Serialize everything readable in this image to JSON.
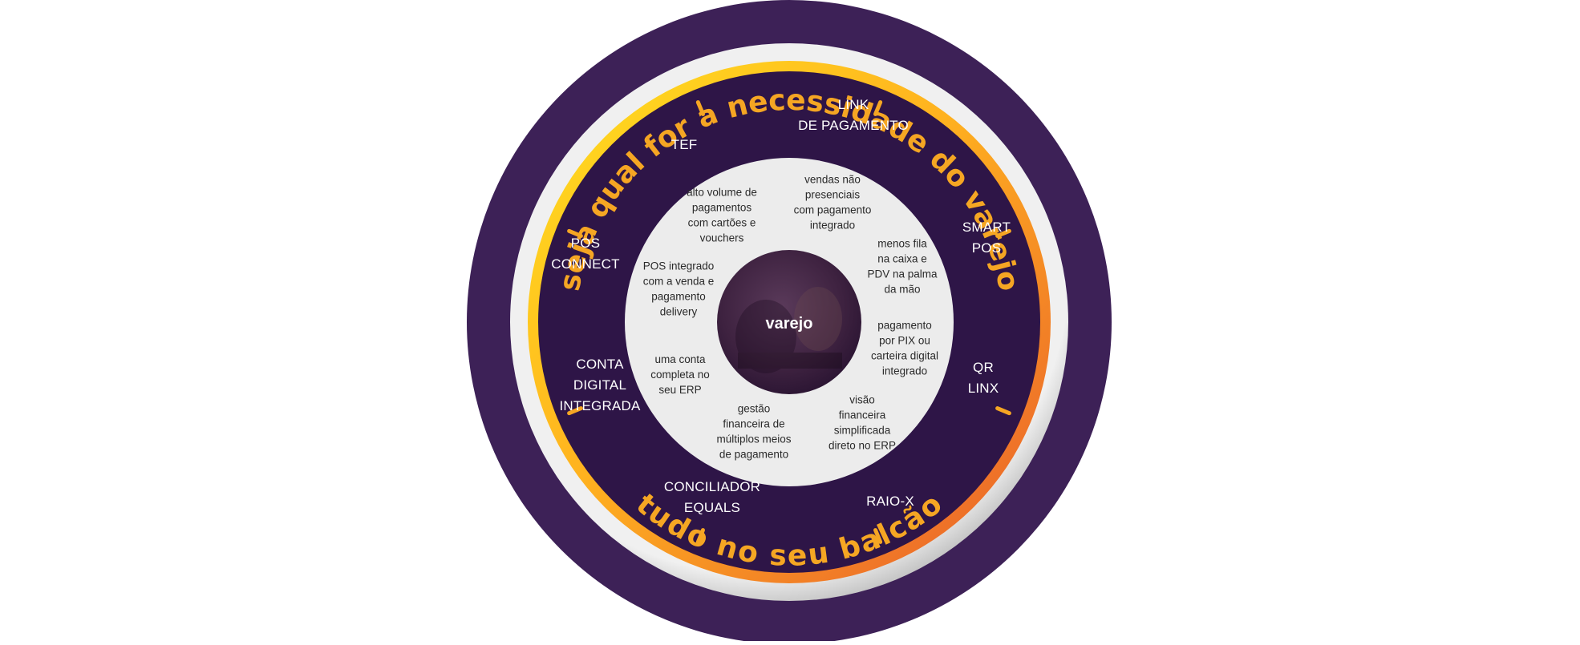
{
  "outer_text_top": "seja qual for a necessidade do varejo",
  "outer_text_bottom": "tudo no seu balcão",
  "center_label": "varejo",
  "products": [
    {
      "lines": [
        "LINK",
        "DE PAGAMENTO"
      ]
    },
    {
      "lines": [
        "SMART",
        "POS"
      ]
    },
    {
      "lines": [
        "QR",
        "LINX"
      ]
    },
    {
      "lines": [
        "RAIO-X"
      ]
    },
    {
      "lines": [
        "CONCILIADOR",
        "EQUALS"
      ]
    },
    {
      "lines": [
        "CONTA",
        "DIGITAL",
        "INTEGRADA"
      ]
    },
    {
      "lines": [
        "POS",
        "CONNECT"
      ]
    },
    {
      "lines": [
        "TEF"
      ]
    }
  ],
  "benefits": [
    {
      "lines": [
        "vendas não",
        "presenciais",
        "com pagamento",
        "integrado"
      ]
    },
    {
      "lines": [
        "menos fila",
        "na caixa e",
        "PDV na palma",
        "da mão"
      ]
    },
    {
      "lines": [
        "pagamento",
        "por PIX ou",
        "carteira digital",
        "integrado"
      ]
    },
    {
      "lines": [
        "visão",
        "financeira",
        "simplificada",
        "direto no ERP"
      ]
    },
    {
      "lines": [
        "gestão",
        "financeira de",
        "múltiplos meios",
        "de pagamento"
      ]
    },
    {
      "lines": [
        "uma conta",
        "completa no",
        "seu ERP"
      ]
    },
    {
      "lines": [
        "POS integrado",
        "com a venda e",
        "pagamento",
        "delivery"
      ]
    },
    {
      "lines": [
        "alto volume de",
        "pagamentos",
        "com cartões e",
        "vouchers"
      ]
    }
  ],
  "colors": {
    "outer_purple": "#3d2157",
    "inner_purple": "#2e1547",
    "ring_yellow": "#ffd21a",
    "ring_orange": "#f07a2a",
    "accent_text": "#f5a623",
    "silver": "#d9d9d9",
    "benefit_bg": "#ececec"
  }
}
